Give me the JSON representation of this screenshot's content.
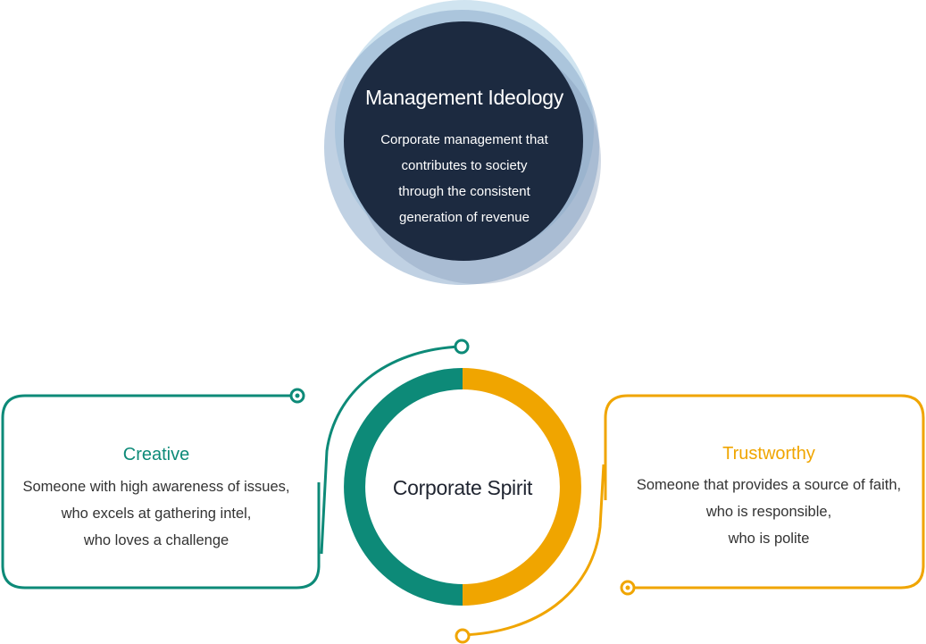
{
  "management_ideology": {
    "title": "Management Ideology",
    "lines": [
      "Corporate management that",
      "contributes to society",
      "through the consistent",
      "generation of revenue"
    ]
  },
  "corporate_spirit": {
    "title": "Corporate Spirit"
  },
  "creative": {
    "title": "Creative",
    "lines": [
      "Someone with high awareness of issues,",
      "who excels at gathering intel,",
      "who loves a challenge"
    ]
  },
  "trustworthy": {
    "title": "Trustworthy",
    "lines": [
      "Someone that provides a source of faith,",
      "who is responsible,",
      "who is polite"
    ]
  },
  "colors": {
    "teal": "#0d8a78",
    "gold": "#f0a500",
    "navy": "#1c2a40",
    "light_blue": "#b9d8ea",
    "mid_blue": "#8aa9c9"
  }
}
